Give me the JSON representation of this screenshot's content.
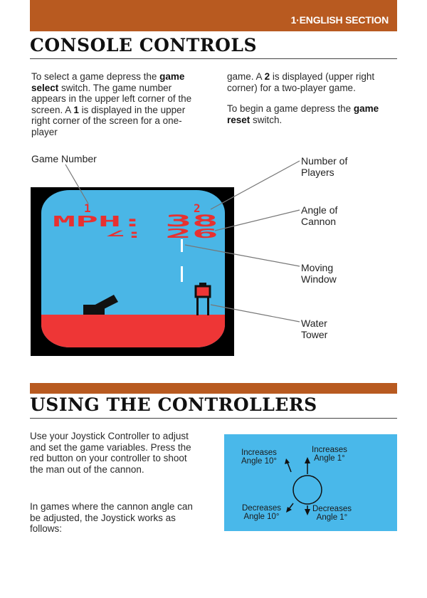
{
  "header": {
    "section_label": "1·ENGLISH SECTION"
  },
  "console": {
    "heading": "CONSOLE CONTROLS",
    "col1": {
      "p1_a": "To select a game depress the",
      "p1_b": "game select",
      "p1_c": "switch. The game number appears in the upper left corner of the screen. A",
      "p1_d": "1",
      "p1_e": "is displayed in the upper right corner of the screen for a one-player"
    },
    "col2": {
      "p1_a": "game. A",
      "p1_b": "2",
      "p1_c": "is displayed (upper right corner) for a two-player game.",
      "p2_a": "To begin a game depress the",
      "p2_b": "game reset",
      "p2_c": "switch."
    },
    "callouts": {
      "game_number": "Game Number",
      "players_1": "Number of",
      "players_2": "Players",
      "angle_1": "Angle of",
      "angle_2": "Cannon",
      "window_1": "Moving",
      "window_2": "Window",
      "tower_1": "Water",
      "tower_2": "Tower"
    },
    "screen": {
      "game_number_digit": "1",
      "speed_label": "MPH:",
      "speed_value": "38",
      "angle_label": "∠:",
      "angle_value": "26",
      "players_digit": "2"
    }
  },
  "controllers": {
    "heading": "USING THE CONTROLLERS",
    "para1": "Use your Joystick Controller to adjust and set the game variables. Press the red button on your controller to shoot the man out of the cannon.",
    "para2": "In games where the cannon angle can be adjusted, the Joystick works as follows:",
    "joystick": {
      "inc10_1": "Increases",
      "inc10_2": "Angle 10°",
      "inc1_1": "Increases",
      "inc1_2": "Angle 1°",
      "dec10_1": "Decreases",
      "dec10_2": "Angle 10°",
      "dec1_1": "Decreases",
      "dec1_2": "Angle 1°"
    }
  },
  "colors": {
    "band": "#b85a20",
    "screen_sky": "#4ab6e6",
    "screen_water": "#ee3636",
    "panel": "#49b8ea"
  }
}
